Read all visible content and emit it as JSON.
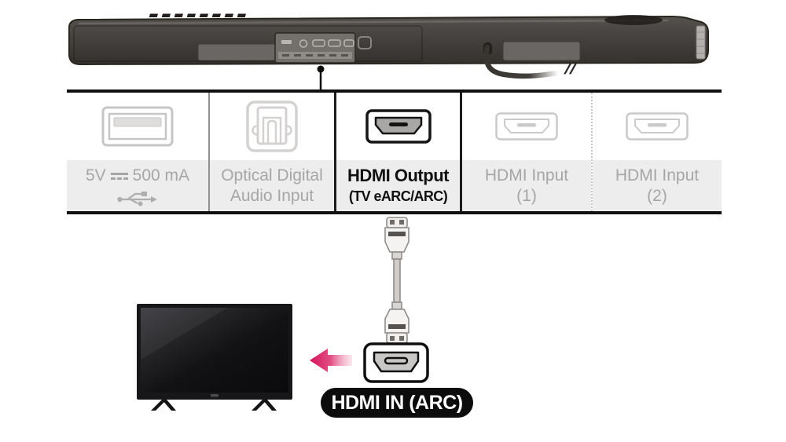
{
  "ports_panel": {
    "usb": {
      "voltage": "5V",
      "current": "500 mA"
    },
    "optical": {
      "line1": "Optical Digital",
      "line2": "Audio Input"
    },
    "hdmi_output": {
      "line1": "HDMI Output",
      "line2": "(TV eARC/ARC)"
    },
    "hdmi_input_1": {
      "line1": "HDMI Input",
      "line2": "(1)"
    },
    "hdmi_input_2": {
      "line1": "HDMI Input",
      "line2": "(2)"
    }
  },
  "connection": {
    "tv_port_pill": "HDMI IN (ARC)"
  },
  "soundbar": {
    "cable_break_mark": "//"
  },
  "colors": {
    "accent_arrow": "#d4135a",
    "active_text": "#111111",
    "inactive_text": "#a6a6a6",
    "label_band_bg": "#ededed",
    "table_border": "#101010"
  }
}
